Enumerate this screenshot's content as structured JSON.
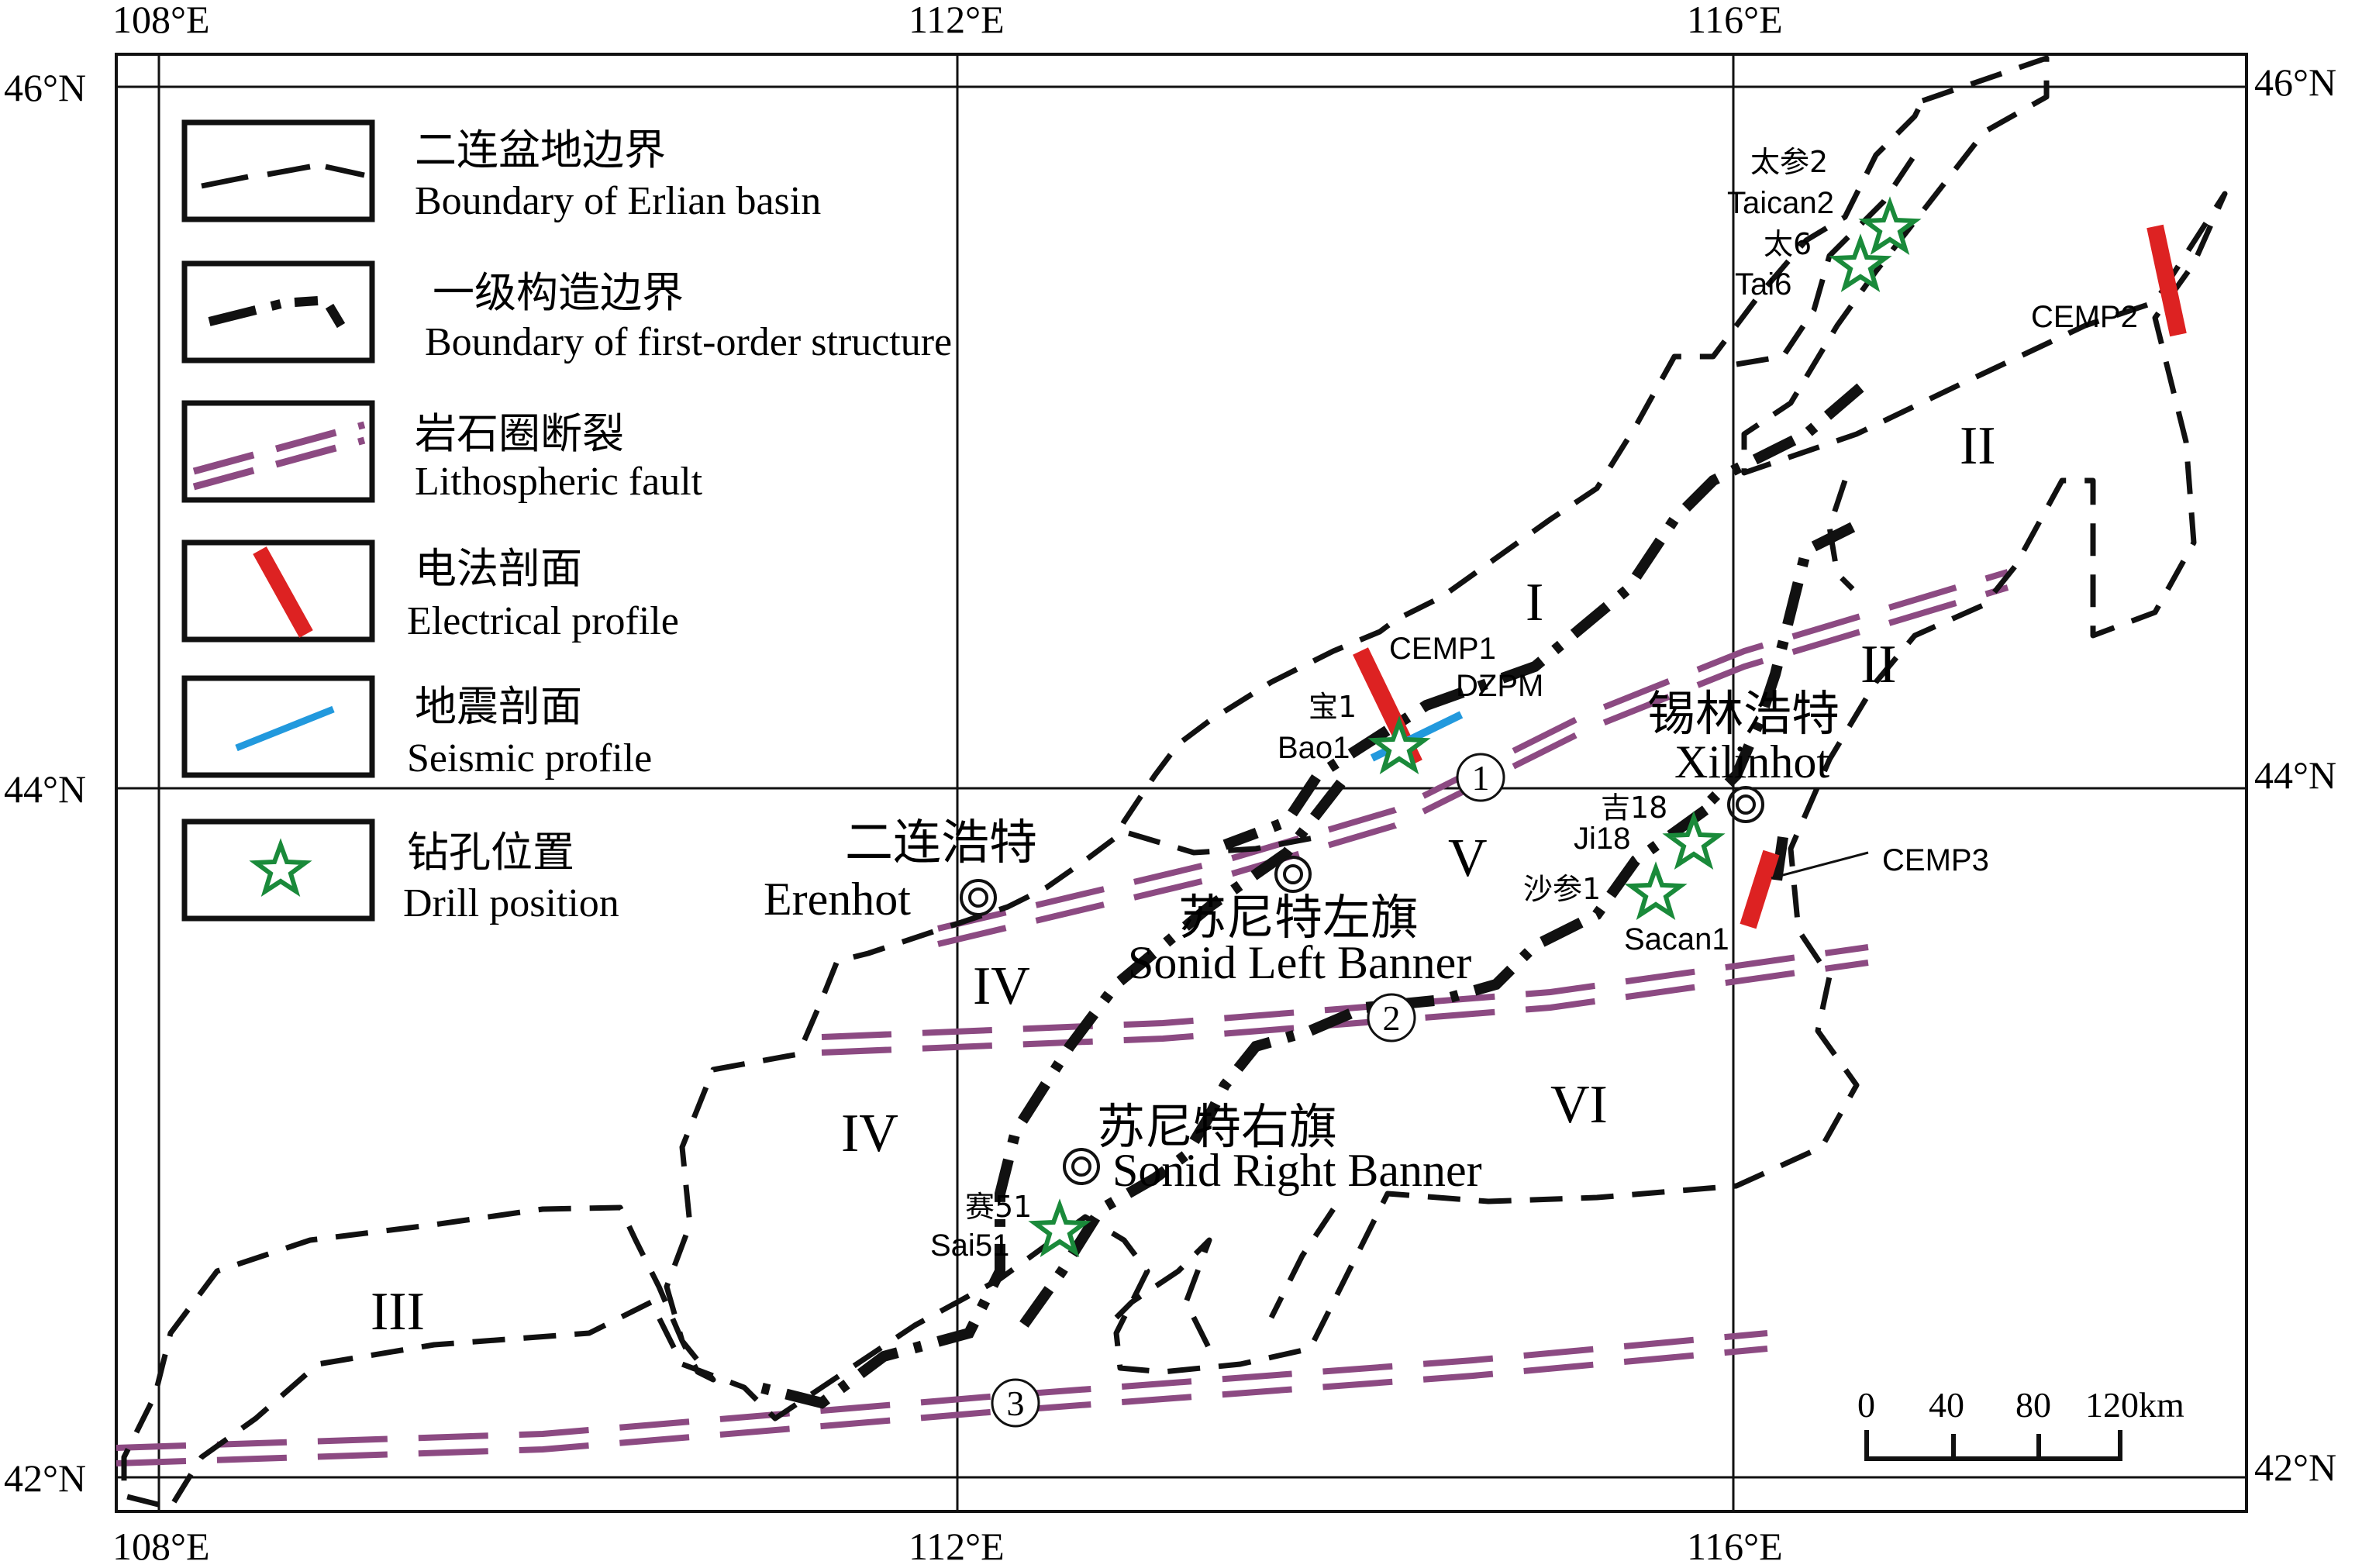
{
  "colors": {
    "electrical_profile": "#dd2222",
    "seismic_profile": "#2299dd",
    "lithospheric_fault": "#8c4a82",
    "drill_position": "#1a8a3a",
    "boundary": "#111111"
  },
  "axes": {
    "top": [
      "108°E",
      "112°E",
      "116°E"
    ],
    "bottom": [
      "108°E",
      "112°E",
      "116°E"
    ],
    "left": [
      "46°N",
      "44°N",
      "42°N"
    ],
    "right": [
      "46°N",
      "44°N",
      "42°N"
    ]
  },
  "legend": {
    "items": [
      {
        "cn": "二连盆地边界",
        "en": "Boundary of Erlian basin",
        "icon": "dashed-line-icon"
      },
      {
        "cn": "一级构造边界",
        "en": "Boundary of first-order structure",
        "icon": "dash-dot-line-icon"
      },
      {
        "cn": "岩石圈断裂",
        "en": "Lithospheric fault",
        "icon": "double-dashed-line-icon"
      },
      {
        "cn": "电法剖面",
        "en": "Electrical profile",
        "icon": "red-bar-icon"
      },
      {
        "cn": "地震剖面",
        "en": "Seismic profile",
        "icon": "blue-line-icon"
      },
      {
        "cn": "钻孔位置",
        "en": "Drill position",
        "icon": "star-icon"
      }
    ]
  },
  "cities": {
    "erenhot": {
      "cn": "二连浩特",
      "en": "Erenhot"
    },
    "sonid_left": {
      "cn": "苏尼特左旗",
      "en": "Sonid Left Banner"
    },
    "sonid_right": {
      "cn": "苏尼特右旗",
      "en": "Sonid Right Banner"
    },
    "xilinhot": {
      "cn": "锡林浩特",
      "en": "Xilinhot"
    }
  },
  "wells": {
    "taican2": {
      "cn": "太参2",
      "en": "Taican2"
    },
    "tai6": {
      "cn": "太6",
      "en": "Tai6"
    },
    "bao1": {
      "cn": "宝1",
      "en": "Bao1"
    },
    "ji18": {
      "cn": "吉18",
      "en": "Ji18"
    },
    "sacan1": {
      "cn": "沙参1",
      "en": "Sacan1"
    },
    "sai51": {
      "cn": "赛51",
      "en": "Sai51"
    }
  },
  "profiles": {
    "cemp1": "CEMP1",
    "cemp2": "CEMP2",
    "cemp3": "CEMP3",
    "dzpm": "DZPM"
  },
  "structures": {
    "I": "I",
    "II_a": "II",
    "II_b": "II",
    "III": "III",
    "IV_a": "IV",
    "IV_b": "IV",
    "V": "V",
    "VI": "VI"
  },
  "faults": {
    "f1": "1",
    "f2": "2",
    "f3": "3"
  },
  "scale": {
    "ticks": [
      "0",
      "40",
      "80",
      "120km"
    ]
  }
}
